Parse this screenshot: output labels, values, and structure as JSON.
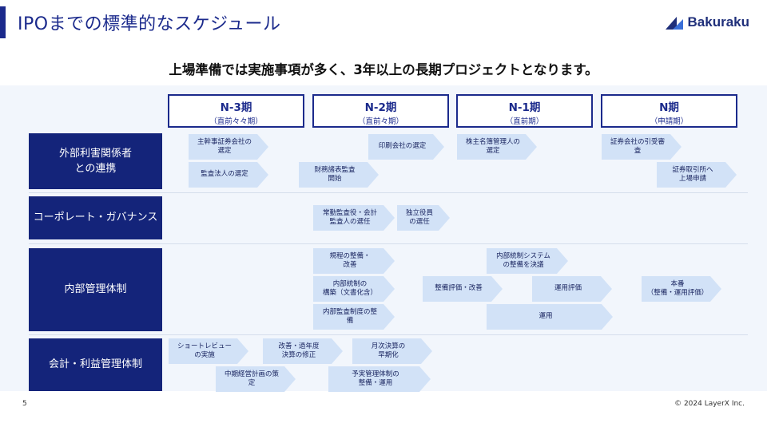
{
  "header": {
    "title": "IPOまでの標準的なスケジュール",
    "logo_text": "Bakuraku",
    "subtitle": "上場準備では実施事項が多く、3年以上の長期プロジェクトとなります。"
  },
  "phases": [
    {
      "name": "N-3期",
      "sub": "（直前々々期）"
    },
    {
      "name": "N-2期",
      "sub": "（直前々期）"
    },
    {
      "name": "N-1期",
      "sub": "（直前期）"
    },
    {
      "name": "N期",
      "sub": "（申請期）"
    }
  ],
  "categories": [
    {
      "label": "外部利害関係者\nとの連携"
    },
    {
      "label": "コーポレート・ガバナンス"
    },
    {
      "label": "内部管理体制"
    },
    {
      "label": "会計・利益管理体制"
    }
  ],
  "tasks": [
    {
      "label": "主幹事証券会社の\n選定"
    },
    {
      "label": "監査法人の選定"
    },
    {
      "label": "財務諸表監査\n開始"
    },
    {
      "label": "印刷会社の選定"
    },
    {
      "label": "株主名簿管理人の\n選定"
    },
    {
      "label": "証券会社の引受審\n査"
    },
    {
      "label": "証券取引所へ\n上場申請"
    },
    {
      "label": "常勤監査役・会計\n監査人の選任"
    },
    {
      "label": "独立役員\nの選任"
    },
    {
      "label": "規程の整備・\n改善"
    },
    {
      "label": "内部統制の\n構築（文書化含）"
    },
    {
      "label": "内部監査制度の整\n備"
    },
    {
      "label": "整備評価・改善"
    },
    {
      "label": "内部統制システム\nの整備を決議"
    },
    {
      "label": "運用評価"
    },
    {
      "label": "運用"
    },
    {
      "label": "本番\n（整備・運用評価）"
    },
    {
      "label": "ショートレビュー\nの実施"
    },
    {
      "label": "改善・過年度\n決算の修正"
    },
    {
      "label": "月次決算の\n早期化"
    },
    {
      "label": "中期経営計画の策\n定"
    },
    {
      "label": "予実管理体制の\n整備・運用"
    }
  ],
  "footer": {
    "page_number": "5",
    "copyright": "© 2024 LayerX Inc."
  },
  "colors": {
    "primary": "#1b2a8c",
    "category_bg": "#14247a",
    "task_bg": "#d2e2f7",
    "panel_bg": "#f2f6fc"
  }
}
